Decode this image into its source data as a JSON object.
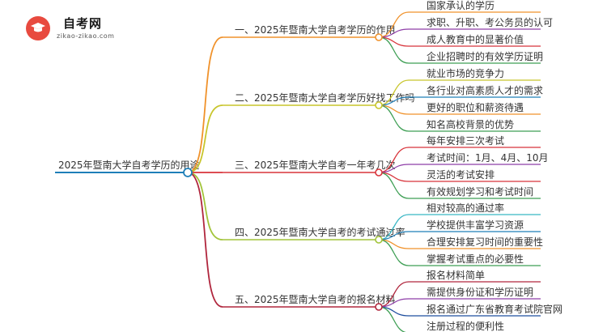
{
  "logo": {
    "title": "自考网",
    "subtitle": "zikao-zikao.com",
    "icon": "graduation-cap-icon",
    "color": "#e84a3f"
  },
  "root": "2025年暨南大学自考学历的用途",
  "branches": [
    {
      "label": "一、2025年暨南大学自考学历的作用",
      "color": "#f0922b",
      "leaves": [
        "国家承认的学历",
        "求职、升职、考公务员的认可",
        "成人教育中的显著价值",
        "企业招聘时的有效学历证明"
      ]
    },
    {
      "label": "二、2025年暨南大学自考学历好找工作吗",
      "color": "#c8c52c",
      "leaves": [
        "就业市场的竞争力",
        "各行业对高素质人才的需求",
        "更好的职位和薪资待遇",
        "知名高校背景的优势"
      ]
    },
    {
      "label": "三、2025年暨南大学自考一年考几次",
      "color": "#d8333a",
      "leaves": [
        "每年安排三次考试",
        "考试时间：1月、4月、10月",
        "灵活的考试安排",
        "有效规划学习和考试时间"
      ]
    },
    {
      "label": "四、2025年暨南大学自考的考试通过率",
      "color": "#a2c43a",
      "leaves": [
        "相对较高的通过率",
        "学校提供丰富学习资源",
        "合理安排复习时间的重要性",
        "掌握考试重点的必要性"
      ]
    },
    {
      "label": "五、2025年暨南大学自考的报名材料",
      "color": "#b0263d",
      "leaves": [
        "报名材料简单",
        "需提供身份证和学历证明",
        "报名通过广东省教育考试院官网",
        "注册过程的便利性"
      ]
    }
  ],
  "leaf_colors": [
    [
      "#f0922b",
      "#8e3da8",
      "#d8333a",
      "#3f9f55"
    ],
    [
      "#c8c52c",
      "#1f7fb8",
      "#f0922b",
      "#3f9f55"
    ],
    [
      "#d8333a",
      "#8e3da8",
      "#d8333a",
      "#3f9f55"
    ],
    [
      "#38b6c4",
      "#1f7fb8",
      "#f0922b",
      "#3f9f55"
    ],
    [
      "#b0263d",
      "#8e3da8",
      "#1f4f9f",
      "#3f9f55"
    ]
  ]
}
